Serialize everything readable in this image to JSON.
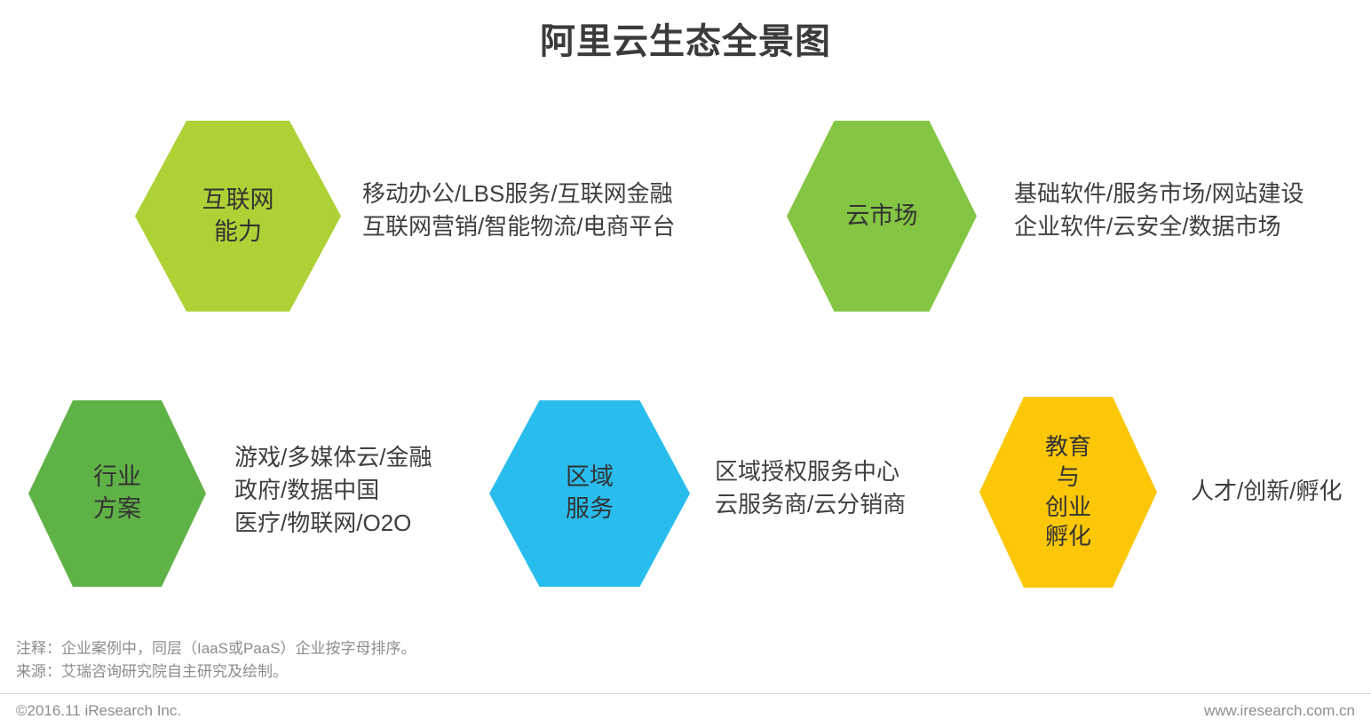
{
  "title": "阿里云生态全景图",
  "nodes": [
    {
      "id": "internet",
      "label_lines": [
        "互联网",
        "能力"
      ],
      "color": "#aed136",
      "desc_lines": [
        "移动办公/LBS服务/互联网金融",
        "互联网营销/智能物流/电商平台"
      ]
    },
    {
      "id": "market",
      "label_lines": [
        "云市场"
      ],
      "color": "#84c543",
      "desc_lines": [
        "基础软件/服务市场/网站建设",
        "企业软件/云安全/数据市场"
      ]
    },
    {
      "id": "industry",
      "label_lines": [
        "行业",
        "方案"
      ],
      "color": "#5fb246",
      "desc_lines": [
        "游戏/多媒体云/金融",
        "政府/数据中国",
        "医疗/物联网/O2O"
      ]
    },
    {
      "id": "region",
      "label_lines": [
        "区域",
        "服务"
      ],
      "color": "#29bdee",
      "desc_lines": [
        "区域授权服务中心",
        "云服务商/云分销商"
      ]
    },
    {
      "id": "edu",
      "label_lines": [
        "教育",
        "与",
        "创业",
        "孵化"
      ],
      "color": "#fbc707",
      "desc_lines": [
        "人才/创新/孵化"
      ]
    }
  ],
  "notes": [
    "注释：企业案例中，同层（IaaS或PaaS）企业按字母排序。",
    "来源：艾瑞咨询研究院自主研究及绘制。"
  ],
  "footer": {
    "copyright": "©2016.11 iResearch Inc.",
    "website": "www.iresearch.com.cn"
  }
}
